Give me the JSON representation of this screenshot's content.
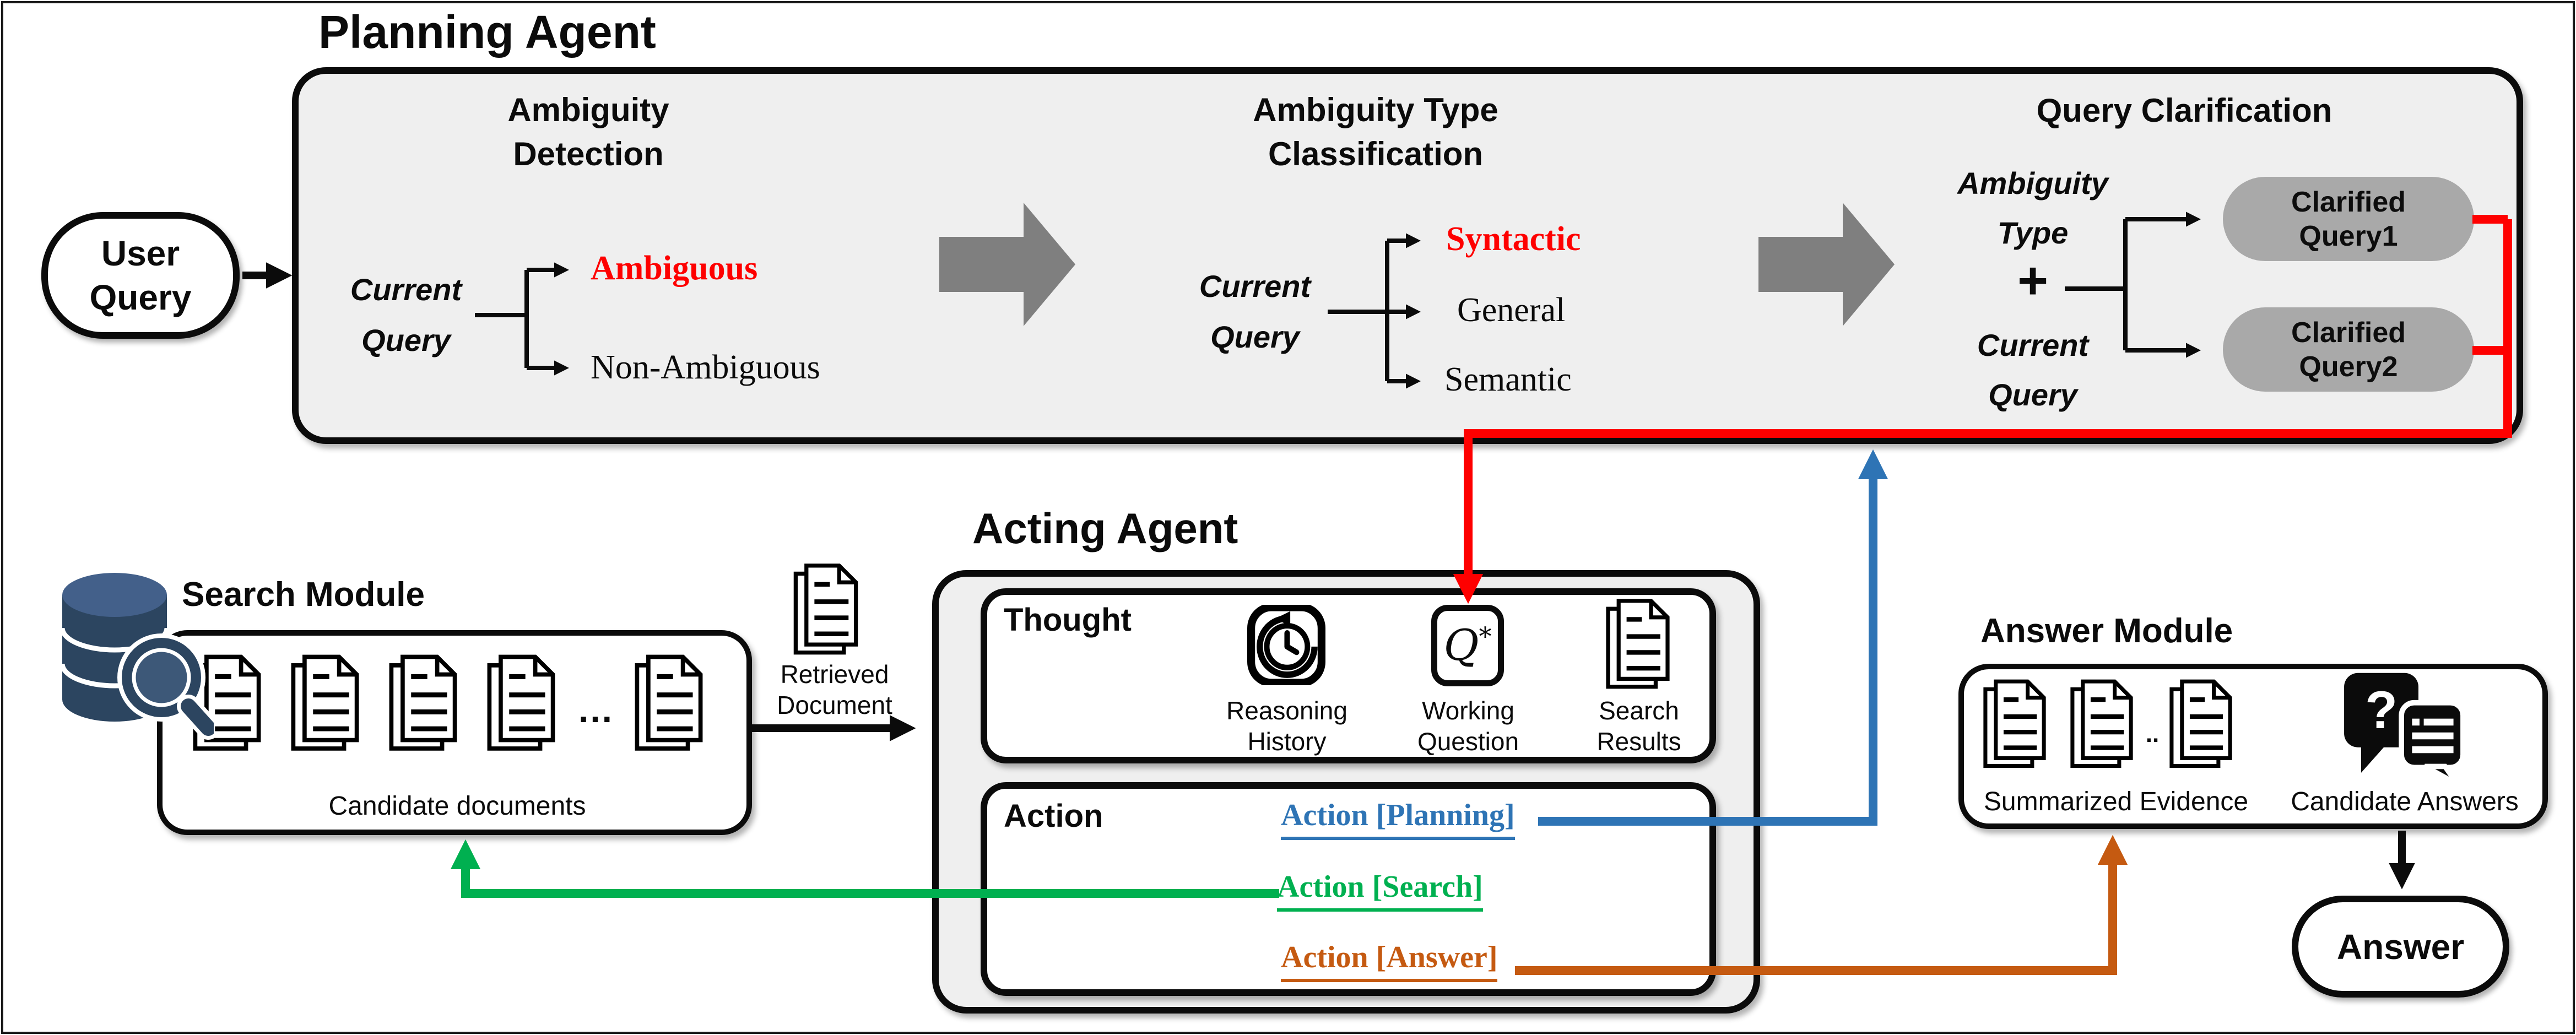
{
  "colors": {
    "red": "#FE0000",
    "blue": "#2E74B5",
    "green": "#00B050",
    "orange": "#C55A11",
    "gray_flow_arrow": "#7F7F7F",
    "panel_fill": "#EFEFEF",
    "clarified_box_fill": "#A9A9A9",
    "database_navy": "#2C4560"
  },
  "user_query": {
    "lines": [
      "User",
      "Query"
    ]
  },
  "planning_agent": {
    "title": "Planning Agent",
    "ambiguity_detection": {
      "heading": [
        "Ambiguity",
        "Detection"
      ],
      "input": [
        "Current",
        "Query"
      ],
      "branches": {
        "ambiguous": "Ambiguous",
        "non_ambiguous": "Non-Ambiguous"
      }
    },
    "ambiguity_type_classification": {
      "heading": [
        "Ambiguity Type",
        "Classification"
      ],
      "input": [
        "Current",
        "Query"
      ],
      "branches": {
        "syntactic": "Syntactic",
        "general": "General",
        "semantic": "Semantic"
      }
    },
    "query_clarification": {
      "heading": "Query Clarification",
      "ambiguity_type": [
        "Ambiguity",
        "Type"
      ],
      "plus_sign": "+",
      "current_query": [
        "Current",
        "Query"
      ],
      "clarified_query_1": [
        "Clarified",
        "Query1"
      ],
      "clarified_query_2": [
        "Clarified",
        "Query2"
      ]
    }
  },
  "acting_agent": {
    "title": "Acting Agent",
    "thought": {
      "label": "Thought",
      "working_question_icon": {
        "q": "Q",
        "star": "*"
      },
      "items": [
        [
          "Reasoning",
          "History"
        ],
        [
          "Working",
          "Question"
        ],
        [
          "Search",
          "Results"
        ]
      ]
    },
    "action": {
      "label": "Action",
      "links": {
        "planning": "Action [Planning]",
        "search": "Action [Search]",
        "answer": "Action [Answer]"
      }
    }
  },
  "search_module": {
    "title": "Search Module",
    "caption": "Candidate documents",
    "ellipsis": "..."
  },
  "retrieved_document": {
    "label": [
      "Retrieved",
      "Document"
    ]
  },
  "answer_module": {
    "title": "Answer Module",
    "evidence_caption": "Summarized Evidence",
    "answers_caption": "Candidate Answers",
    "ellipsis": ".."
  },
  "answer_node": {
    "label": "Answer"
  },
  "icons": {
    "database-search-icon": "database cylinders with magnifying glass",
    "document-icon": "page with folded corner and text lines",
    "history-clock-icon": "clock with counterclockwise circular arrow",
    "working-question-icon": "italic Q with asterisk in rounded square",
    "question-answer-bubbles-icon": "speech bubble with ? overlapping bubble with text lines"
  }
}
